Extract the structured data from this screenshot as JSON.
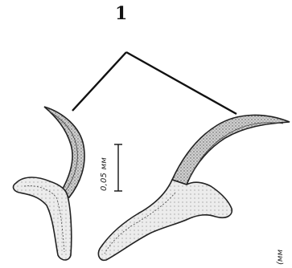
{
  "figure": {
    "callout_number": "1",
    "scale_bar_label": "0,05 мм",
    "edge_label_fragment": "(мм"
  }
}
